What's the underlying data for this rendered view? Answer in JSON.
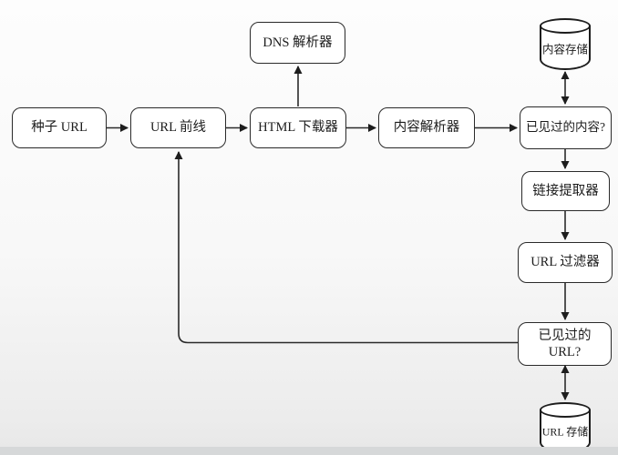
{
  "colors": {
    "stroke": "#2a2a2a",
    "node_fill": "#ffffff",
    "background": "#f8f8f8",
    "footer_strip": "#d6d8d9"
  },
  "nodes": {
    "seed_url": "种子 URL",
    "url_frontier": "URL 前线",
    "dns_resolver": "DNS 解析器",
    "html_downloader": "HTML 下载器",
    "content_parser": "内容解析器",
    "content_seen": "已见过的内容?",
    "content_storage": "内容存储",
    "link_extractor": "链接提取器",
    "url_filter": "URL 过滤器",
    "url_seen": {
      "line1": "已见过的",
      "line2": "URL?"
    },
    "url_storage": "URL 存储"
  }
}
